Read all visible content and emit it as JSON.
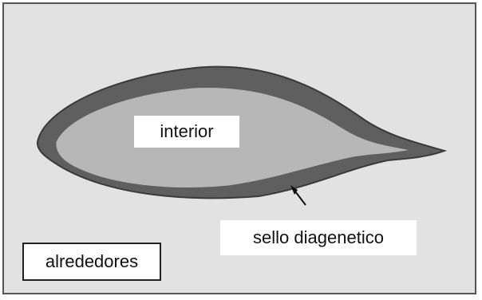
{
  "labels": {
    "interior": "interior",
    "seal": "sello diagenetico",
    "surroundings": "alrededores"
  },
  "colors": {
    "background": "#e2e2e2",
    "seal": "#5f5f5f",
    "interior": "#b7b7b7",
    "outline": "#3a3a3a"
  }
}
